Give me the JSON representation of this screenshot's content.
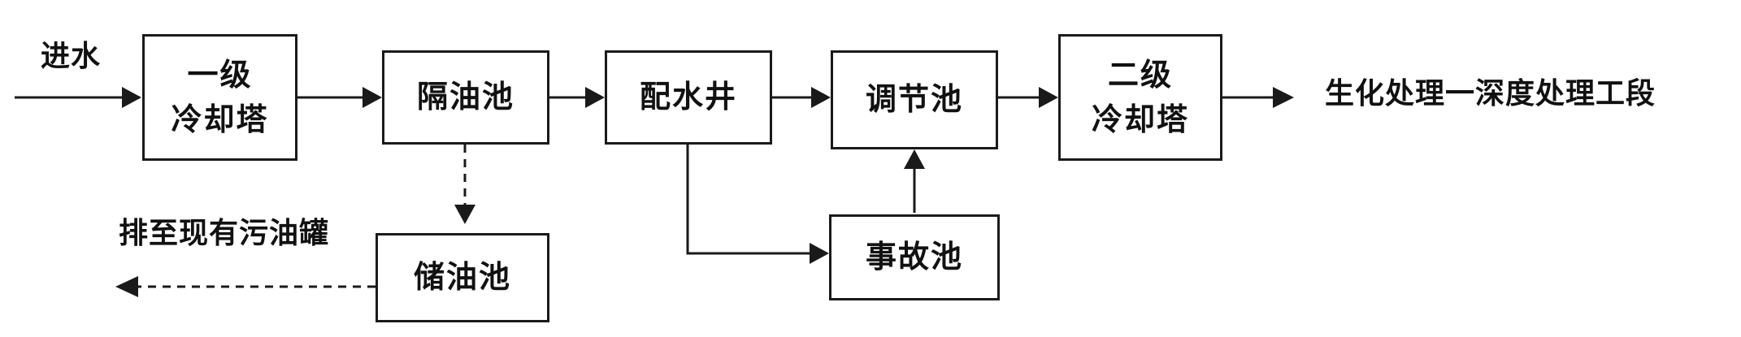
{
  "labels": {
    "inlet": "进水",
    "outlet": "生化处理一深度处理工段",
    "oil_discharge": "排至现有污油罐"
  },
  "nodes": {
    "cooling_tower_1": {
      "line1": "一级",
      "line2": "冷却塔"
    },
    "oil_separator": {
      "label": "隔油池"
    },
    "distribution_well": {
      "label": "配水井"
    },
    "equalization_tank": {
      "label": "调节池"
    },
    "cooling_tower_2": {
      "line1": "二级",
      "line2": "冷却塔"
    },
    "oil_storage_tank": {
      "label": "储油池"
    },
    "emergency_tank": {
      "label": "事故池"
    }
  }
}
